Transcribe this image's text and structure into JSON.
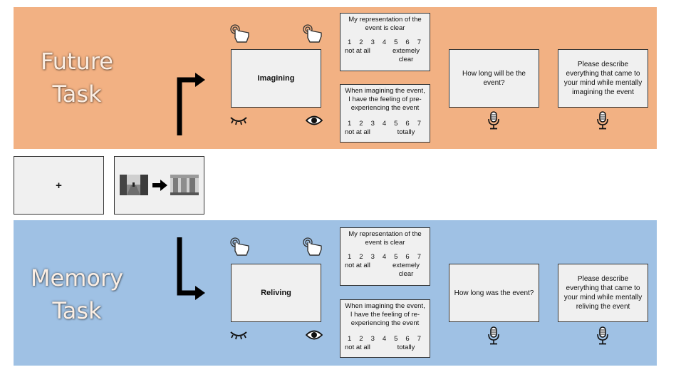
{
  "bands": {
    "future": {
      "label": "Future\nTask",
      "condition_label": "Imagining",
      "clarity_question": "My representation of the event is clear",
      "clarity_scale": [
        "1",
        "2",
        "3",
        "4",
        "5",
        "6",
        "7"
      ],
      "clarity_low": "not at all",
      "clarity_high": "extemely clear",
      "feeling_question": "When imagining the event, I have the feeling of pre-experiencing the event",
      "feeling_scale": [
        "1",
        "2",
        "3",
        "4",
        "5",
        "6",
        "7"
      ],
      "feeling_low": "not at all",
      "feeling_high": "totally",
      "duration_prompt": "How long will be the event?",
      "describe_prompt": "Please describe everything that came to your mind while mentally imagining the event",
      "color": "#f2b183"
    },
    "memory": {
      "label": "Memory\nTask",
      "condition_label": "Reliving",
      "clarity_question": "My representation of the event is clear",
      "clarity_scale": [
        "1",
        "2",
        "3",
        "4",
        "5",
        "6",
        "7"
      ],
      "clarity_low": "not at all",
      "clarity_high": "extemely clear",
      "feeling_question": "When imagining the event, I have the feeling of re-experiencing the event",
      "feeling_scale": [
        "1",
        "2",
        "3",
        "4",
        "5",
        "6",
        "7"
      ],
      "feeling_low": "not at all",
      "feeling_high": "totally",
      "duration_prompt": "How long was the event?",
      "describe_prompt": "Please describe everything that came to your mind while mentally reliving the event",
      "color": "#9fc1e4"
    }
  },
  "fixation": {
    "symbol": "+"
  },
  "icons": {
    "touch": "hand-tap-icon",
    "eyes_closed": "closed-eye-icon",
    "eyes_open": "open-eye-icon",
    "voice": "microphone-icon",
    "arrow": "arrow-icon"
  }
}
